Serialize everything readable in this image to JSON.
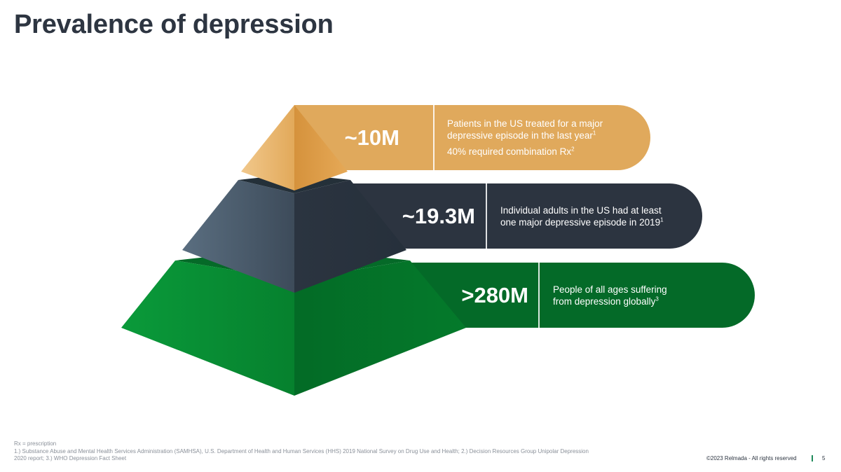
{
  "title": "Prevalence of depression",
  "tiers": [
    {
      "stat": "~10M",
      "line1": "Patients in the US treated for a major",
      "line2": "depressive episode in the last year",
      "line2_sup": "1",
      "line3": "40% required combination Rx",
      "line3_sup": "2",
      "color": "#e0a95c"
    },
    {
      "stat": "~19.3M",
      "line1": "Individual adults in the US had at least",
      "line2": "one major depressive episode in 2019",
      "line2_sup": "1",
      "color": "#2c3440"
    },
    {
      "stat": ">280M",
      "line1": "People of all ages suffering",
      "line2": "from depression globally",
      "line2_sup": "3",
      "color": "#046a28"
    }
  ],
  "footer": {
    "line1": "Rx = prescription",
    "line2": "1.) Substance Abuse and Mental Health Services Administration (SAMHSA), U.S. Department of Health and Human Services (HHS) 2019 National Survey on Drug Use and Health; 2.) Decision Resources Group Unipolar Depression",
    "line3": "2020 report; 3.) WHO Depression Fact Sheet",
    "copyright": "©2023 Relmada - All rights reserved",
    "page_number": "5"
  }
}
